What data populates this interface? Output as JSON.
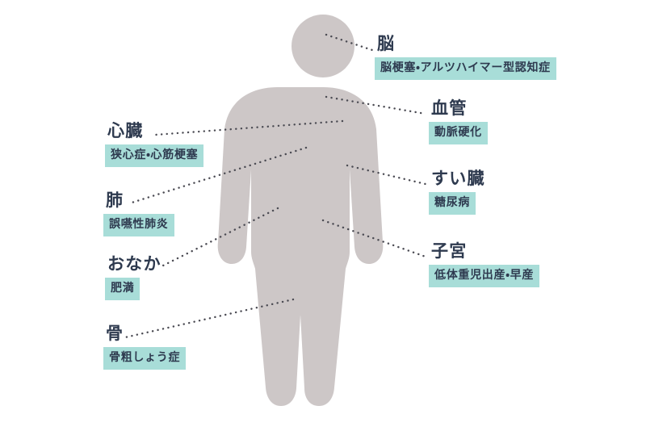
{
  "diagram": {
    "title": "body-organ-risk-diagram",
    "colors": {
      "body": "#cdc7c7",
      "highlight": "#a8ddd8",
      "text": "#2e3a4f",
      "connector": "#4a4a52",
      "background": "#ffffff"
    },
    "figure": {
      "name": "human-body-silhouette",
      "head_shape": "circle",
      "pose": "standing-front-facing"
    },
    "callouts": [
      {
        "id": "brain",
        "organ": "脳",
        "disease": "脳梗塞・アルツハイマー型認知症",
        "side": "right"
      },
      {
        "id": "blood-vessel",
        "organ": "血管",
        "disease": "動脈硬化",
        "side": "right"
      },
      {
        "id": "pancreas",
        "organ": "すい臓",
        "disease": "糖尿病",
        "side": "right"
      },
      {
        "id": "uterus",
        "organ": "子宮",
        "disease": "低体重児出産・早産",
        "side": "right"
      },
      {
        "id": "heart",
        "organ": "心臓",
        "disease": "狭心症・心筋梗塞",
        "side": "left"
      },
      {
        "id": "lung",
        "organ": "肺",
        "disease": "誤嚥性肺炎",
        "side": "left"
      },
      {
        "id": "stomach",
        "organ": "おなか",
        "disease": "肥満",
        "side": "left"
      },
      {
        "id": "bone",
        "organ": "骨",
        "disease": "骨粗しょう症",
        "side": "left"
      }
    ]
  }
}
